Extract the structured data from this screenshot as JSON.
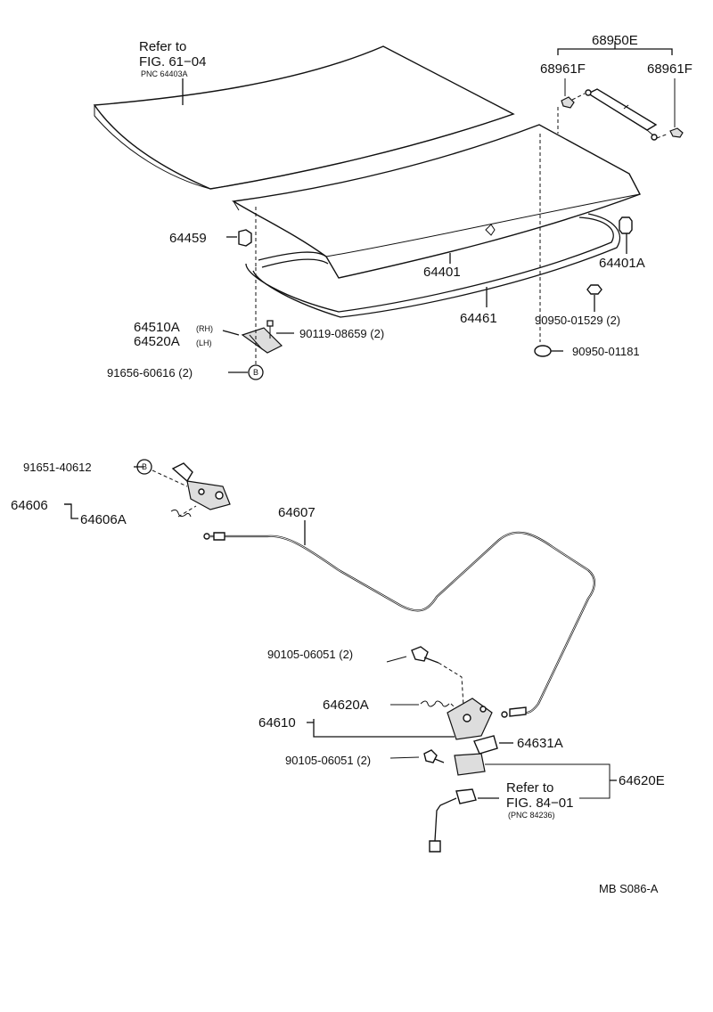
{
  "refs": {
    "top_refer": "Refer to",
    "top_fig": "FIG. 61−04",
    "top_pnc": "PNC 64403A",
    "bottom_refer": "Refer to",
    "bottom_fig": "FIG. 84−01",
    "bottom_pnc": "(PNC 84236)"
  },
  "labels": {
    "p68950E": "68950E",
    "p68961F_l": "68961F",
    "p68961F_r": "68961F",
    "p64459": "64459",
    "p64401": "64401",
    "p64401A": "64401A",
    "p64461": "64461",
    "p64510A": "64510A",
    "p64510A_sub": "(RH)",
    "p64520A": "64520A",
    "p64520A_sub": "(LH)",
    "p90119": "90119-08659 (2)",
    "p90950_1529": "90950-01529 (2)",
    "p90950_1181": "90950-01181",
    "p91656": "91656-60616 (2)",
    "marker_b1": "B",
    "p91651": "91651-40612",
    "marker_b2": "B",
    "p64606": "64606",
    "p64606A": "64606A",
    "p64607": "64607",
    "p90105_a": "90105-06051 (2)",
    "p64610": "64610",
    "p64620A": "64620A",
    "p64631A": "64631A",
    "p90105_b": "90105-06051 (2)",
    "p64620E": "64620E",
    "code": "MB S086-A"
  }
}
